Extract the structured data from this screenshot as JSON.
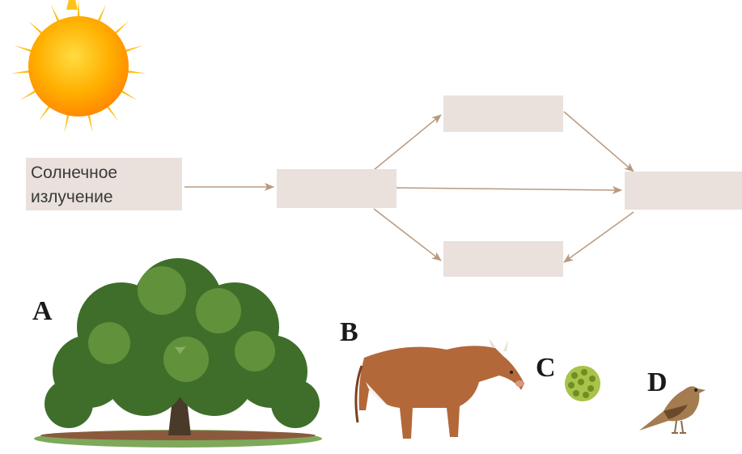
{
  "diagram": {
    "source_box_label": "Солнечное\nизлучение",
    "empty_boxes": [
      "",
      "",
      "",
      ""
    ],
    "organism_labels": {
      "a": "A",
      "b": "B",
      "c": "C",
      "d": "D"
    }
  },
  "colors": {
    "box_fill": "#eae1dc",
    "arrow": "#b89a7e",
    "sun_core": "#ffb300",
    "sun_ray": "#ffc21a"
  },
  "icons": [
    "sun-icon",
    "tree-icon",
    "cow-icon",
    "algae-icon",
    "bird-icon"
  ]
}
